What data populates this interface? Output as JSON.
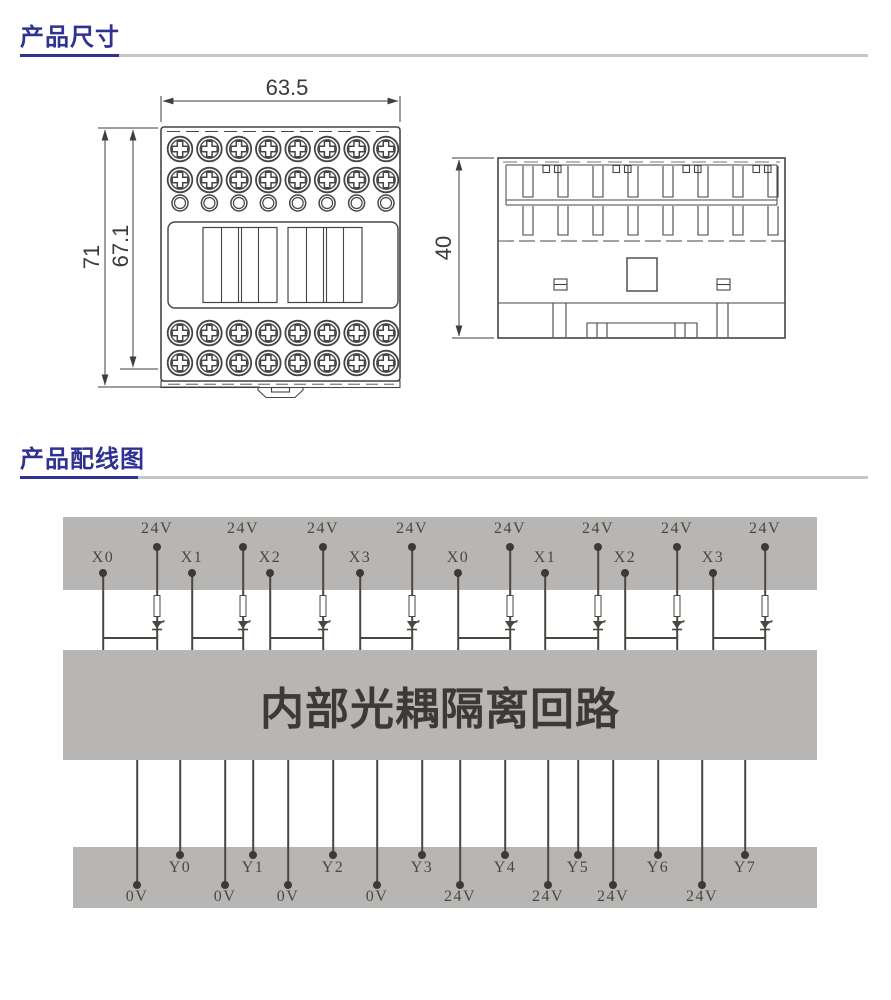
{
  "sections": {
    "dimensions": {
      "title": "产品尺寸"
    },
    "wiring": {
      "title": "产品配线图"
    }
  },
  "colors": {
    "accent": "#2f3193",
    "divider_gray": "#c6c6c6",
    "band_gray": "#b8b6b4",
    "drawing_line": "#454545",
    "wire_line": "#4a4741"
  },
  "front_view": {
    "width_label": "63.5",
    "height_outer_label": "71",
    "height_inner_label": "67.1"
  },
  "side_view": {
    "height_label": "40"
  },
  "wiring_diagram": {
    "center_label": "内部光耦隔离回路",
    "top_channels": [
      {
        "input": "X0",
        "power": "24V"
      },
      {
        "input": "X1",
        "power": "24V"
      },
      {
        "input": "X2",
        "power": "24V"
      },
      {
        "input": "X3",
        "power": "24V"
      },
      {
        "input": "X0",
        "power": "24V"
      },
      {
        "input": "X1",
        "power": "24V"
      },
      {
        "input": "X2",
        "power": "24V"
      },
      {
        "input": "X3",
        "power": "24V"
      }
    ],
    "bottom_channels": [
      {
        "supply": "0V",
        "output": "Y0"
      },
      {
        "supply": "0V",
        "output": "Y1"
      },
      {
        "supply": "0V",
        "output": "Y2"
      },
      {
        "supply": "0V",
        "output": "Y3"
      },
      {
        "supply": "24V",
        "output": "Y4"
      },
      {
        "supply": "24V",
        "output": "Y5"
      },
      {
        "supply": "24V",
        "output": "Y6"
      },
      {
        "supply": "24V",
        "output": "Y7"
      }
    ]
  }
}
